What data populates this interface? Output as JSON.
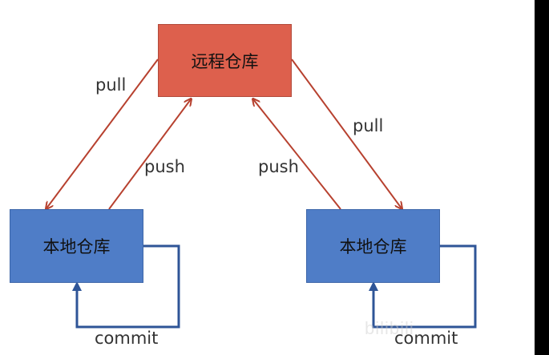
{
  "nodes": {
    "remote": "远程仓库",
    "local_left": "本地仓库",
    "local_right": "本地仓库"
  },
  "labels": {
    "pull_left": "pull",
    "push_left": "push",
    "push_right": "push",
    "pull_right": "pull",
    "commit_left": "commit",
    "commit_right": "commit"
  },
  "watermark": "bilibili",
  "colors": {
    "remote_fill": "#dd604d",
    "local_fill": "#4f7dc7",
    "sync_arrow": "#b7412f",
    "commit_arrow": "#2f5597"
  }
}
